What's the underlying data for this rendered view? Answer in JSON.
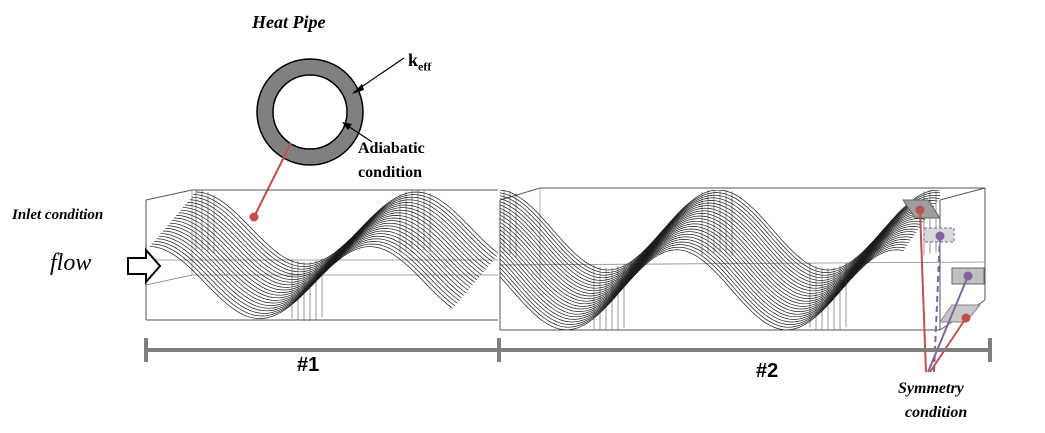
{
  "labels": {
    "heat_pipe": "Heat Pipe",
    "keff_main": "k",
    "keff_sub": "eff",
    "adiabatic_line1": "Adiabatic",
    "adiabatic_line2": "condition",
    "inlet": "Inlet condition",
    "flow": "flow",
    "section1": "#1",
    "section2": "#2",
    "symmetry_line1": "Symmetry",
    "symmetry_line2": "condition"
  },
  "colors": {
    "pipe_wall": "#808080",
    "leader_red": "#c0504d",
    "leader_purple": "#8064a2",
    "fin_line": "#1a1a1a",
    "scale_bar": "#7f7f7f"
  },
  "icons": {
    "flow_arrow": "outline-right-arrow-icon"
  }
}
